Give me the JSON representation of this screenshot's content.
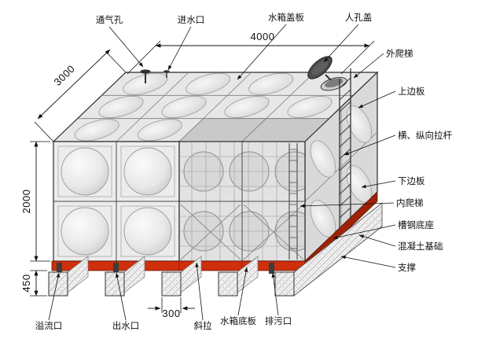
{
  "labels": {
    "vent_hole": "通气孔",
    "inlet": "进水口",
    "cover_plate": "水箱盖板",
    "manhole_cover": "人孔盖",
    "external_ladder": "外爬梯",
    "top_side_plate": "上边板",
    "tie_rods": "横、纵向拉杆",
    "bottom_side_plate": "下边板",
    "internal_ladder": "内爬梯",
    "channel_steel_base": "槽钢底座",
    "concrete_foundation": "混凝土基础",
    "support": "支撑",
    "overflow_port": "溢流口",
    "outlet": "出水口",
    "diagonal_brace": "斜拉",
    "tank_bottom_plate": "水箱底板",
    "drain_port": "排污口"
  },
  "dims": {
    "width": "4000",
    "depth": "3000",
    "height": "2000",
    "base_height": "450",
    "support_width": "300"
  },
  "colors": {
    "base_red": "#cf2f0b",
    "base_red_dark": "#9e2306",
    "line": "#111111"
  }
}
